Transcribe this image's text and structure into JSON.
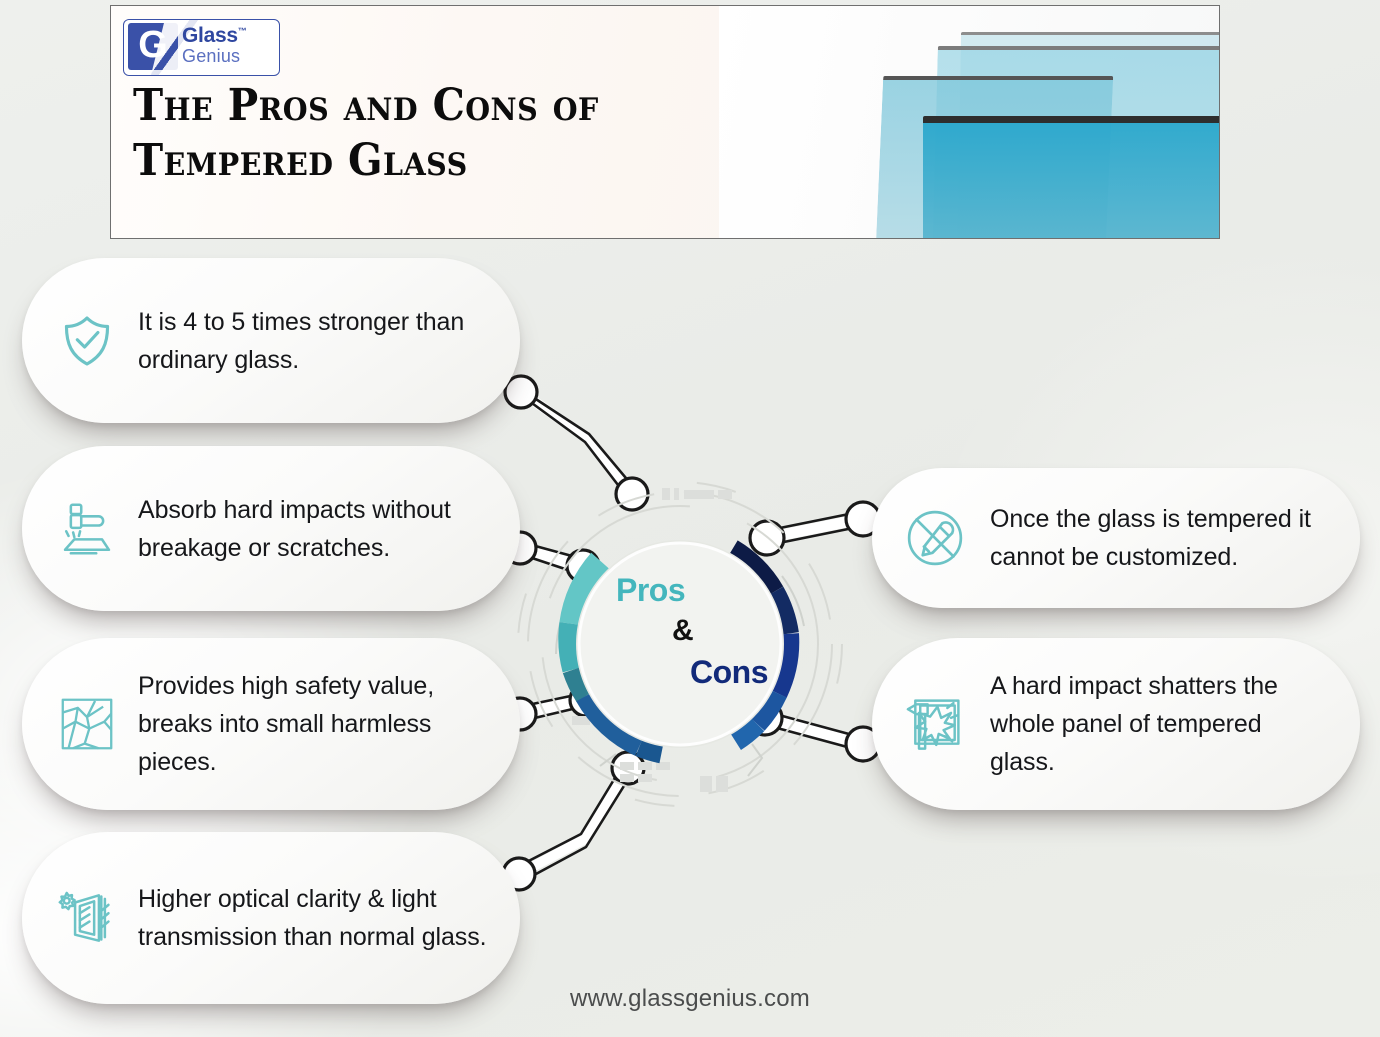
{
  "header": {
    "logo": {
      "mark_letter": "G",
      "brand_primary": "Glass",
      "tm": "™",
      "brand_secondary": "Genius"
    },
    "title_line1": "The Pros and Cons of",
    "title_line2": "Tempered Glass",
    "hero_image_alt": "stacked-blue-glass-panes"
  },
  "hub": {
    "label_pros": "Pros",
    "label_amp": "&",
    "label_cons": "Cons",
    "pros_color": "#5bc4c6",
    "cons_color": "#122a7a"
  },
  "pros": [
    {
      "icon": "shield-check-icon",
      "text": "It is 4 to 5 times stronger than ordinary glass."
    },
    {
      "icon": "hammer-on-glass-icon",
      "text": "Absorb hard impacts without breakage or scratches."
    },
    {
      "icon": "cracked-glass-panel-icon",
      "text": "Provides high safety value, breaks into small harmless pieces."
    },
    {
      "icon": "glass-clarity-gear-icon",
      "text": "Higher optical clarity & light transmission than normal glass."
    }
  ],
  "cons": [
    {
      "icon": "no-customization-icon",
      "text": "Once the glass is tempered it cannot be customized."
    },
    {
      "icon": "shattered-panel-hammer-icon",
      "text": "A hard impact shatters the whole panel of tempered glass."
    }
  ],
  "footer": {
    "website": "www.glassgenius.com"
  },
  "colors": {
    "background": "#edefec",
    "teal": "#5bc4c6",
    "teal_dark": "#2f8e9b",
    "blue_mid": "#2a6aa8",
    "navy": "#122a7a",
    "navy_dark": "#0d1b46",
    "text": "#16171a",
    "logo_blue": "#3a51a8"
  }
}
